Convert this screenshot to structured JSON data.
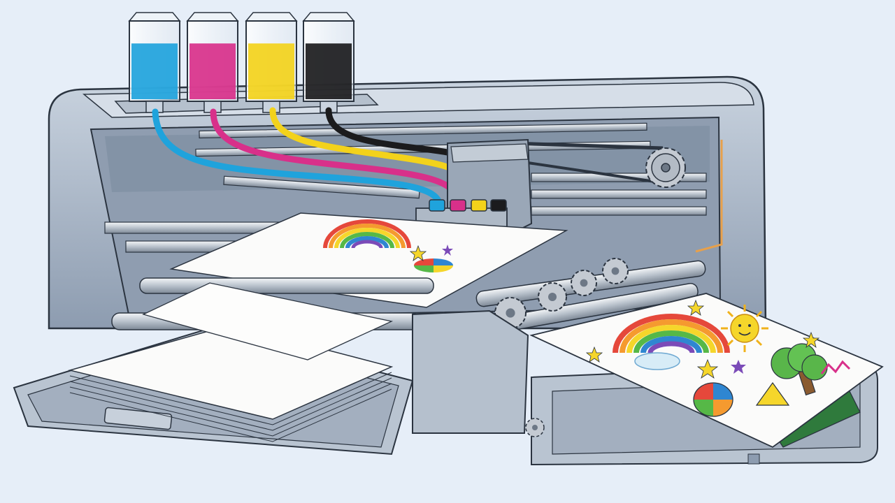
{
  "image": {
    "subject": "cutaway-inkjet-printer-illustration",
    "style": "watercolor-ink-sketch"
  },
  "colors": {
    "background": "#e6eef8",
    "body": "#aab7c7",
    "body_light": "#c9d3df",
    "body_dark": "#7d8ea3",
    "interior": "#8f9db0",
    "outline": "#2b3440",
    "paper": "#fbfbfa",
    "cyan_ink": "#1fa3dc",
    "magenta_ink": "#d8308a",
    "yellow_ink": "#f3d21b",
    "black_ink": "#1b1b1d",
    "gear": "#c4cad2",
    "circuit": "#2f7a3c"
  },
  "ink_tanks": [
    {
      "color_name": "cyan",
      "level": 0.72
    },
    {
      "color_name": "magenta",
      "level": 0.72
    },
    {
      "color_name": "yellow",
      "level": 0.72
    },
    {
      "color_name": "black",
      "level": 0.72
    }
  ],
  "icons": {
    "output_drawing": [
      "rainbow-icon",
      "sun-icon",
      "tree-icon",
      "star-icon",
      "pie-icon",
      "triangle-icon",
      "zigzag-icon"
    ],
    "mechanics": [
      "gear-icon",
      "roller-icon",
      "belt-icon",
      "circuit-board-icon"
    ]
  }
}
